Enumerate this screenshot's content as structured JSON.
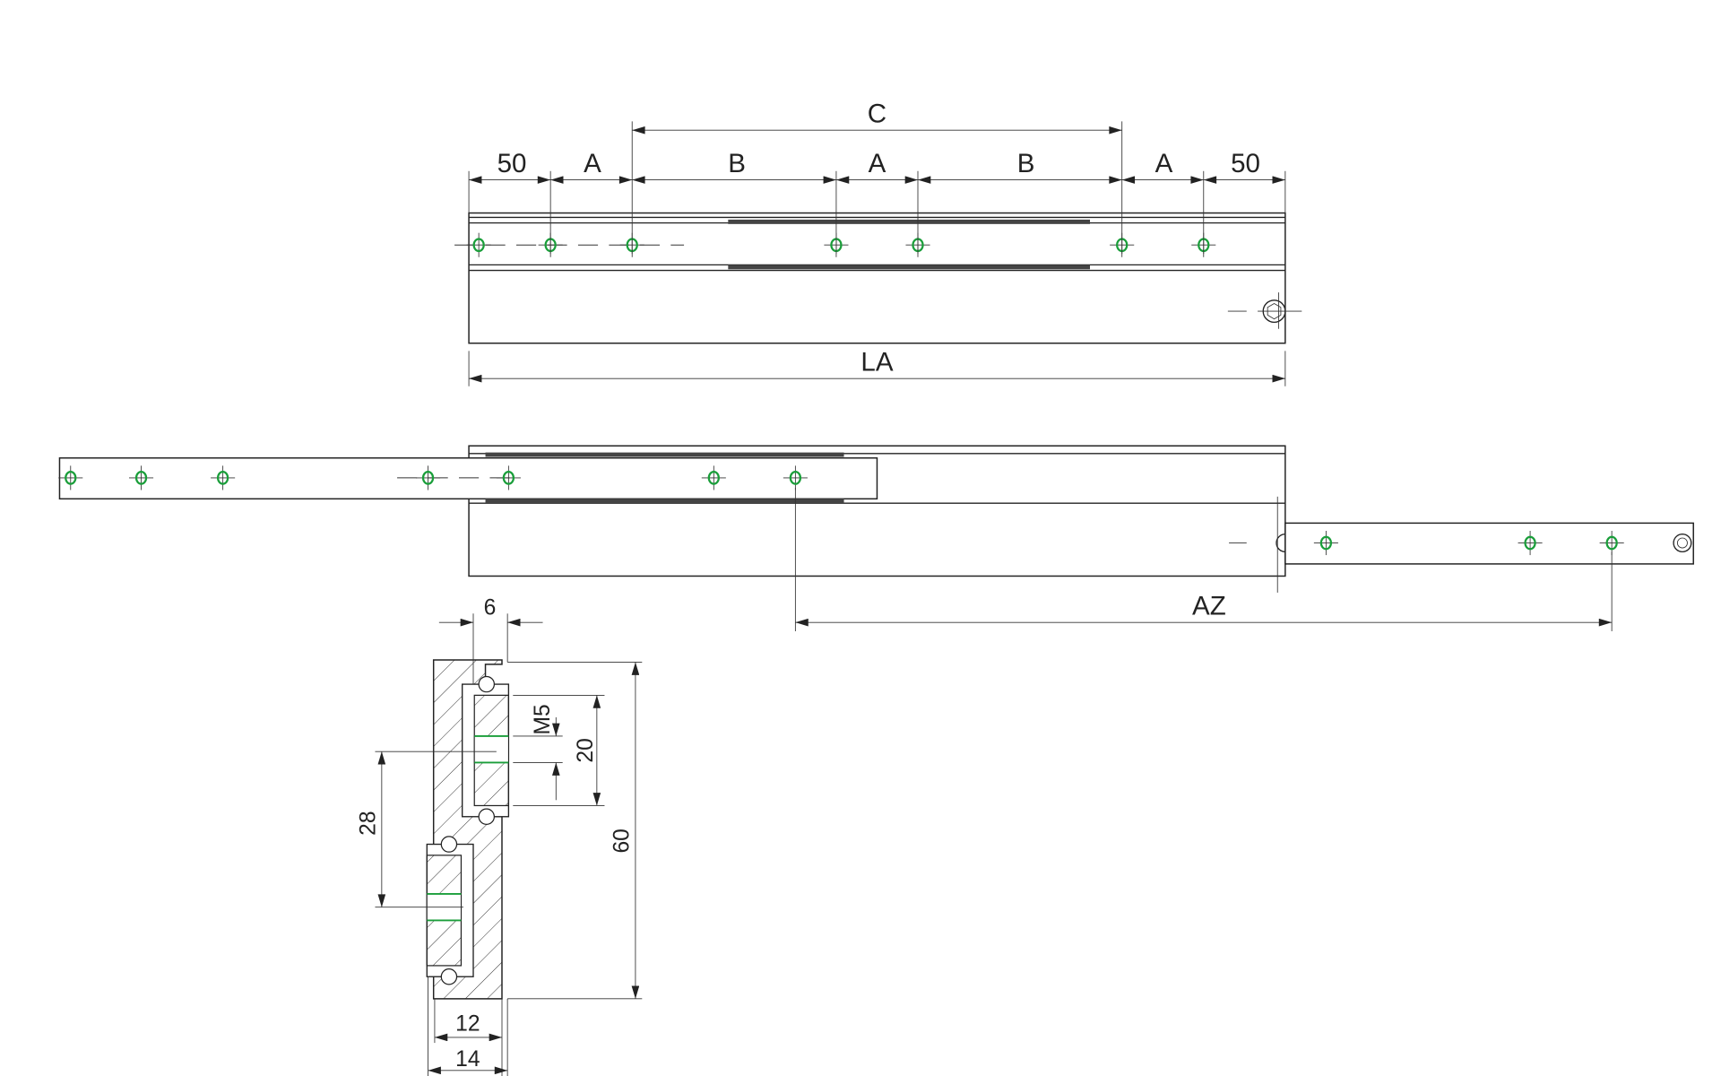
{
  "colors": {
    "line": "#222222",
    "hole": "#1a9e3a",
    "strip": "#444444"
  },
  "top_view": {
    "dims": {
      "left_end": "50",
      "a1": "A",
      "b1": "B",
      "a2": "A",
      "b2": "B",
      "a3": "A",
      "right_end": "50",
      "c": "C",
      "la": "LA"
    }
  },
  "extended_view": {
    "dims": {
      "az": "AZ"
    }
  },
  "section_view": {
    "dims": {
      "width_6": "6",
      "thread": "M5",
      "spacing_20": "20",
      "offset_28": "28",
      "height_60": "60",
      "width_12": "12",
      "width_14": "14"
    }
  }
}
